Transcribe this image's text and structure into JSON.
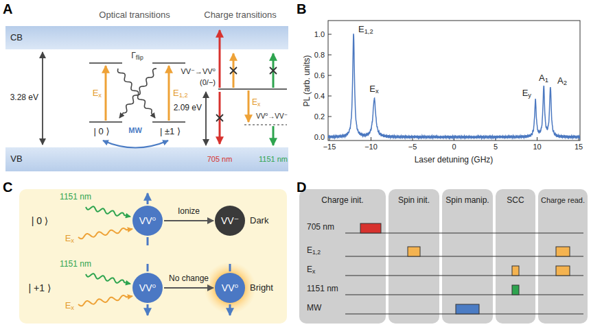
{
  "diagram": {
    "nodes": [
      {
        "text": [
          "VV⁰"
        ]
      },
      {
        "text": [
          "VV⁻"
        ]
      },
      {
        "text": [
          "VV⁰"
        ]
      },
      {
        "text": [
          "VV⁰"
        ]
      },
      {
        "text": [
          "Charge init."
        ]
      },
      {
        "text": [
          "Spin init."
        ]
      },
      {
        "text": [
          "Spin manip."
        ]
      },
      {
        "text": [
          "SCC"
        ]
      },
      {
        "text": [
          "Charge read."
        ]
      }
    ],
    "edges": [
      {
        "from": 0,
        "to": 1,
        "arrow": "to",
        "label": "Ionize"
      },
      {
        "from": 2,
        "to": 3,
        "arrow": "to",
        "label": "No change"
      }
    ],
    "labels": [
      "A",
      "Optical transitions",
      "Charge transitions",
      "CB",
      "VB",
      "3.28 eV",
      "Ex",
      "E1,2",
      "Γflip",
      "| 0 ⟩",
      "| ±1 ⟩",
      "MW",
      "VV⁻→VV⁰",
      "(0/−)",
      "2.09 eV",
      "705 nm",
      "Ex",
      "VV⁰→VV⁻",
      "1151 nm",
      "B",
      "E1,2",
      "Ex",
      "Ey",
      "A1",
      "A2",
      "PL (arb. units)",
      "1.0",
      "0.8",
      "0.6",
      "0.4",
      "0.2",
      "0.0",
      "−15",
      "−10",
      "−5",
      "0",
      "5",
      "10",
      "15",
      "Laser detuning (GHz)",
      "C",
      "| 0 ⟩",
      "1151 nm",
      "Ex",
      "Dark",
      "| +1 ⟩",
      "1151 nm",
      "Ex",
      "Bright",
      "D",
      "705 nm",
      "E1,2",
      "Ex",
      "1151 nm",
      "MW"
    ]
  }
}
